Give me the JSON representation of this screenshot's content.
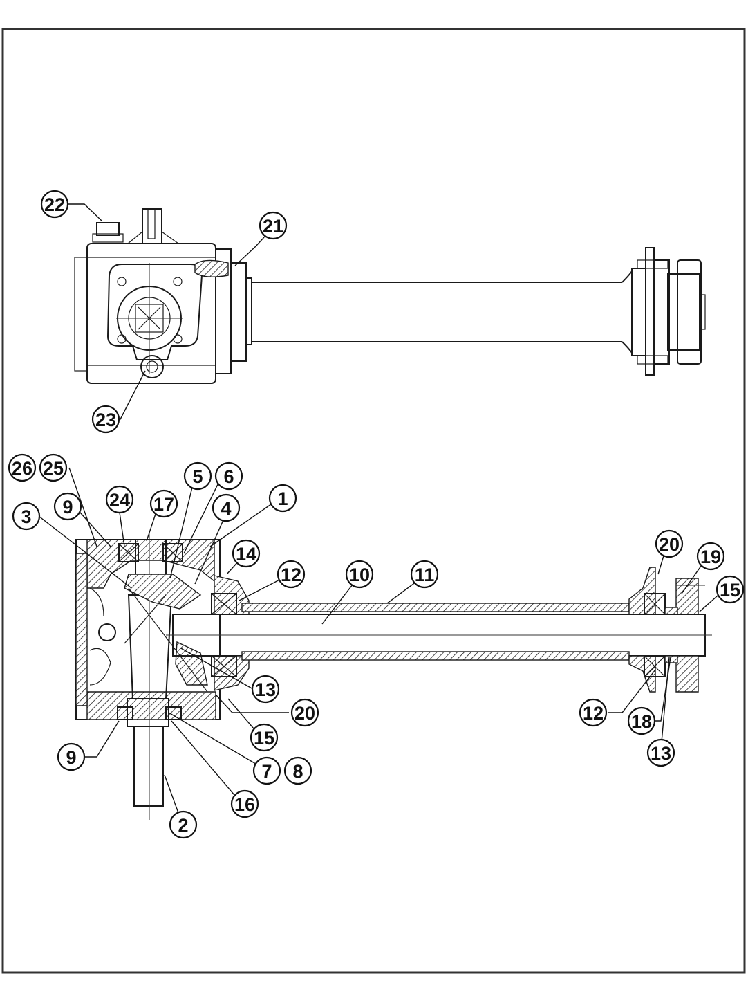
{
  "diagram": {
    "top_view": {
      "callouts": [
        "22",
        "21",
        "23"
      ]
    },
    "section_view": {
      "callouts": [
        "26",
        "25",
        "3",
        "9",
        "24",
        "17",
        "5",
        "6",
        "4",
        "1",
        "14",
        "12",
        "10",
        "11",
        "20",
        "19",
        "15",
        "13",
        "20",
        "15",
        "9",
        "7",
        "8",
        "16",
        "2",
        "12",
        "18",
        "13"
      ]
    }
  }
}
